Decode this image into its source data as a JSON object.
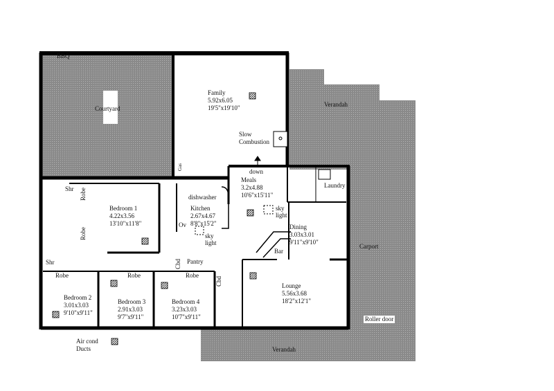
{
  "outdoor": {
    "bbq": "BBQ",
    "courtyard": "Courtyard",
    "verandah_top": "Verandah",
    "carport": "Carport",
    "roller_door": "Roller door",
    "verandah_bottom": "Verandah"
  },
  "rooms": {
    "family": {
      "name": "Family",
      "metric": "5.92x6.05",
      "imperial": "19'5\"x19'10\""
    },
    "meals": {
      "name": "Meals",
      "metric": "3.2x4.88",
      "imperial": "10'6\"x15'11\""
    },
    "kitchen": {
      "name": "Kitchen",
      "metric": "2.67x4.67",
      "imperial": "8'8\"x15'2\""
    },
    "bedroom1": {
      "name": "Bedroom 1",
      "metric": "4.22x3.56",
      "imperial": "13'10\"x11'8\""
    },
    "bedroom2": {
      "name": "Bedroom 2",
      "metric": "3.01x3.03",
      "imperial": "9'10\"x9'11\""
    },
    "bedroom3": {
      "name": "Bedroom 3",
      "metric": "2.91x3.03",
      "imperial": "9'7\"x9'11\""
    },
    "bedroom4": {
      "name": "Bedroom 4",
      "metric": "3.23x3.03",
      "imperial": "10'7\"x9'11\""
    },
    "dining": {
      "name": "Dining",
      "metric": "3.03x3.01",
      "imperial": "9'11\"x9'10\""
    },
    "lounge": {
      "name": "Lounge",
      "metric": "5.56x3.68",
      "imperial": "18'2\"x12'1\""
    }
  },
  "fixtures": {
    "slow_combustion_1": "Slow",
    "slow_combustion_2": "Combustion",
    "down": "down",
    "dishwasher": "dishwasher",
    "oven": "Ov",
    "gas": "Gas",
    "sky_1": "sky",
    "light_1": "light",
    "sky_2": "sky",
    "light_2": "light",
    "laundry": "Laundry",
    "bar": "Bar",
    "pantry": "Pantry",
    "cbd_1": "Cbd",
    "cbd_2": "Cbd",
    "shr_1": "Shr",
    "shr_2": "Shr",
    "robe_1": "Robe",
    "robe_2": "Robe",
    "robe_3": "Robe",
    "robe_4": "Robe",
    "robe_5": "Robe"
  },
  "legend": {
    "line1": "Air cond",
    "line2": "Ducts"
  }
}
